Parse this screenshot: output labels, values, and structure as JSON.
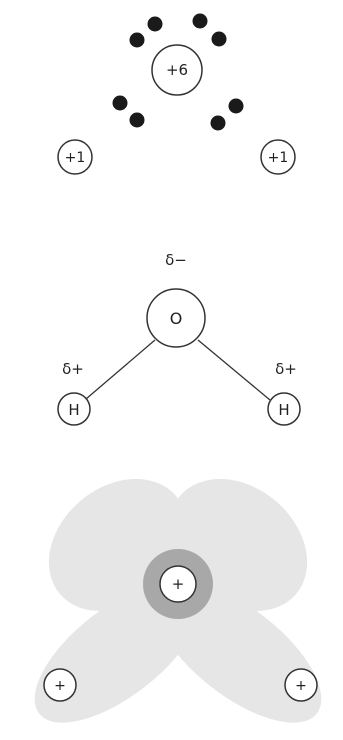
{
  "panel_top": {
    "central_charge": "+6",
    "left_charge": "+1",
    "right_charge": "+1"
  },
  "panel_middle": {
    "oxygen": "O",
    "hydrogen_left": "H",
    "hydrogen_right": "H",
    "delta_minus": "δ−",
    "delta_plus_left": "δ+",
    "delta_plus_right": "δ+"
  },
  "panel_bottom": {
    "nucleus_center": "+",
    "nucleus_left": "+",
    "nucleus_right": "+"
  },
  "colors": {
    "electron": "#1a1a1a",
    "orbital_cloud": "#e6e6e6",
    "inner_shell": "#a8a8a8",
    "outline": "#333333"
  }
}
